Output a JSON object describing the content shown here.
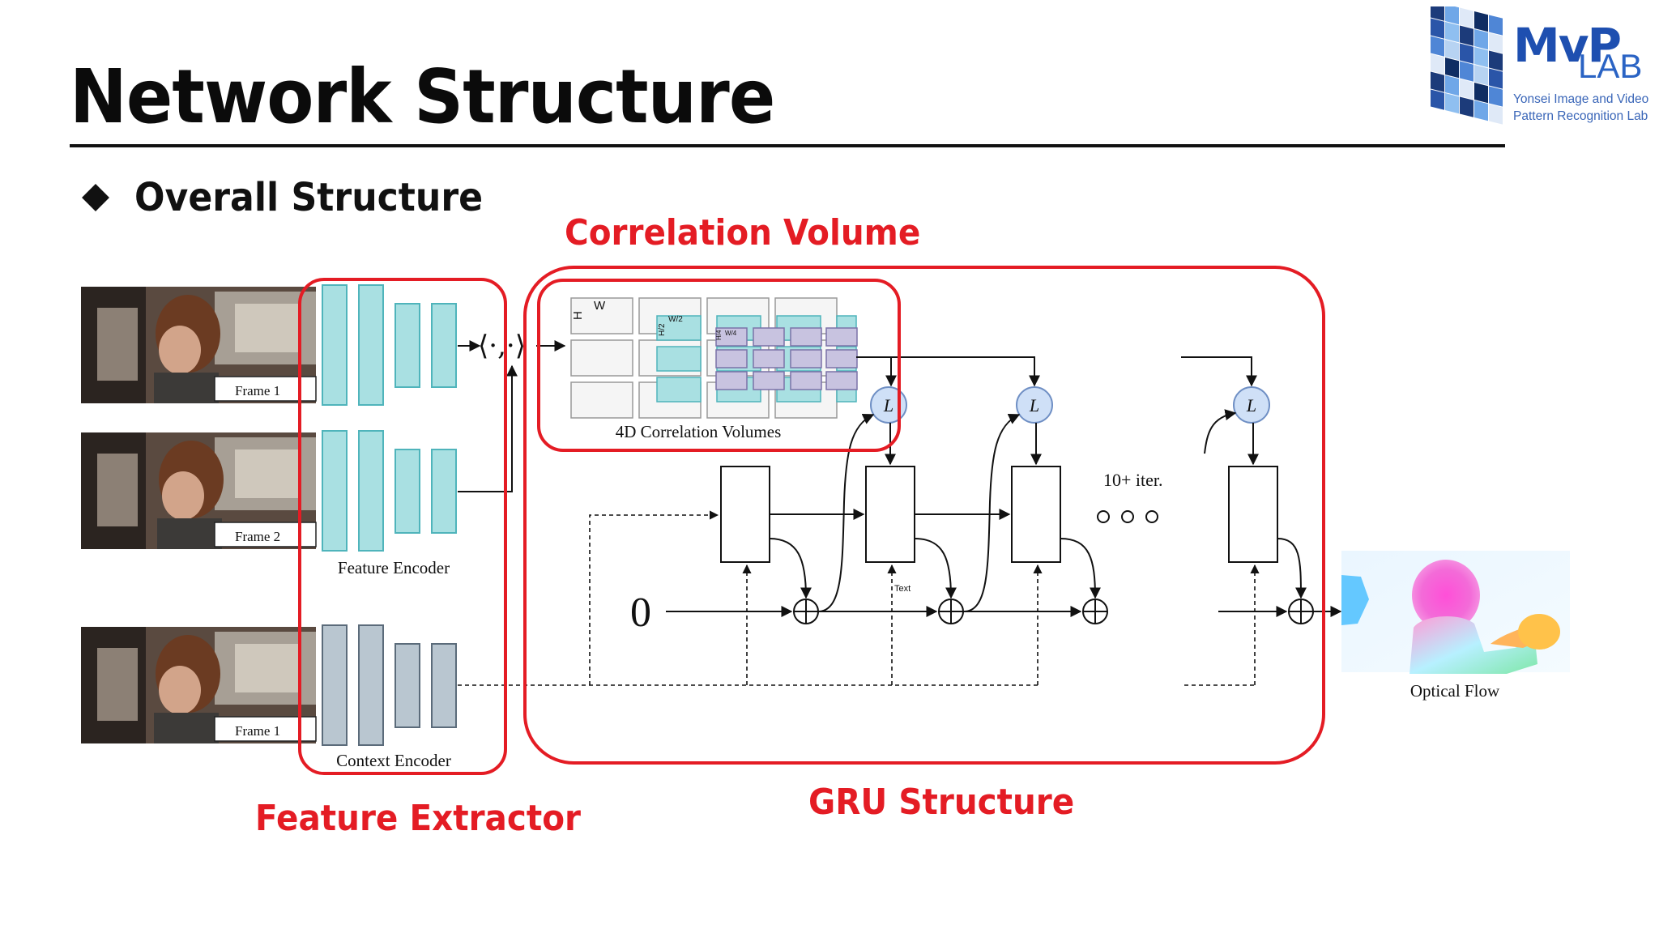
{
  "slide": {
    "title": "Network Structure",
    "bullet": "Overall Structure"
  },
  "logo": {
    "mvp": "MvP",
    "lab": "LAB",
    "line1": "Yonsei Image and Video",
    "line2": "Pattern Recognition Lab"
  },
  "labels": {
    "correlation_volume": "Correlation Volume",
    "feature_extractor": "Feature Extractor",
    "gru_structure": "GRU Structure"
  },
  "diagram": {
    "frames": [
      "Frame 1",
      "Frame 2",
      "Frame 1"
    ],
    "feature_encoder": "Feature Encoder",
    "context_encoder": "Context Encoder",
    "corr_volumes": "4D Correlation Volumes",
    "dim_w": "W",
    "dim_h": "H",
    "dim_w2": "W/2",
    "dim_h2": "H/2",
    "dim_w4": "W/4",
    "dim_h4": "H/4",
    "lookup": "L",
    "iter": "10+ iter.",
    "zero": "0",
    "text_tag": "Text",
    "optical_flow": "Optical Flow",
    "dot_op": "⟨·,·⟩"
  },
  "colors": {
    "accent_red": "#e41c24",
    "teal": "#a9e0e2",
    "teal_stroke": "#4fb4bb",
    "gray_block": "#b9c6d0",
    "gray_stroke": "#5b6b7a",
    "lavender": "#c8c3e0",
    "lookup_fill": "#cfe0f7"
  }
}
